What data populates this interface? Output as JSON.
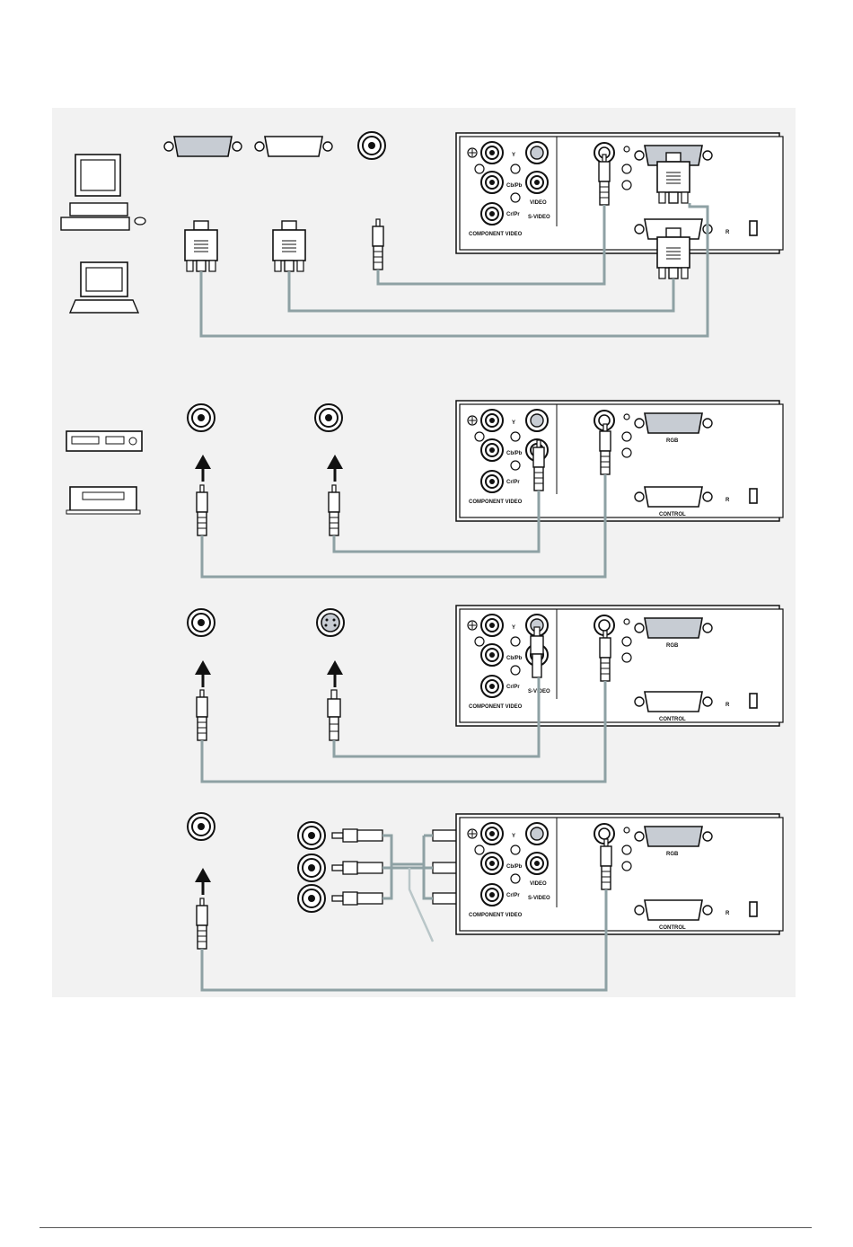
{
  "colors": {
    "panel_bg": "#f2f2f2",
    "cable": "#8ea1a4",
    "outline": "#111111",
    "port_fill": "#c7ccd3",
    "plug_fill": "#ffffff"
  },
  "labels": {
    "y": "Y",
    "cb_pb": "Cb/Pb",
    "cr_pr": "Cr/Pr",
    "video": "VIDEO",
    "s_video": "S-VIDEO",
    "component_video": "COMPONENT  VIDEO",
    "rgb": "RGB",
    "control": "CONTROL",
    "registered": "R"
  },
  "icons": {
    "desktop_pc": "desktop-computer-icon",
    "laptop": "laptop-computer-icon",
    "vcr": "vcr-icon",
    "dvd": "dvd-player-icon",
    "rgb_port": "d-sub-15-icon",
    "control_port": "d-sub-9-icon",
    "rca_jack": "rca-jack-icon",
    "svideo_jack": "s-video-jack-icon",
    "up_arrow": "up-arrow-icon"
  }
}
